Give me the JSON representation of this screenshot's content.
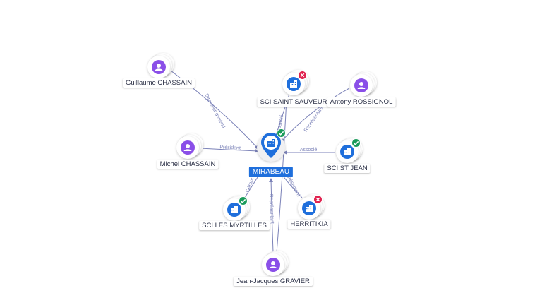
{
  "colors": {
    "person": "#8a4fe8",
    "company": "#1f6fdc",
    "active_badge": "#1a9b5a",
    "closed_badge": "#e0224f",
    "edge": "#7b82b8"
  },
  "center": {
    "label": "MIRABEAU",
    "icon": "building-icon",
    "status": "active"
  },
  "nodes": [
    {
      "id": "guillaume",
      "label": "Guillaume CHASSAIN",
      "type": "person",
      "icon": "person-icon"
    },
    {
      "id": "michel",
      "label": "Michel CHASSAIN",
      "type": "person",
      "icon": "person-icon"
    },
    {
      "id": "saint_sauveur",
      "label": "SCI SAINT SAUVEUR",
      "type": "company",
      "icon": "building-icon",
      "status": "closed"
    },
    {
      "id": "antony",
      "label": "Antony ROSSIGNOL",
      "type": "person",
      "icon": "person-icon"
    },
    {
      "id": "st_jean",
      "label": "SCI ST JEAN",
      "type": "company",
      "icon": "building-icon",
      "status": "active"
    },
    {
      "id": "myrtilles",
      "label": "SCI LES MYRTILLES",
      "type": "company",
      "icon": "building-icon",
      "status": "active"
    },
    {
      "id": "herritikia",
      "label": "HERRITIKIA",
      "type": "company",
      "icon": "building-icon",
      "status": "closed"
    },
    {
      "id": "jean_jacques",
      "label": "Jean-Jacques GRAVIER",
      "type": "person",
      "icon": "person-icon"
    }
  ],
  "edges": [
    {
      "from": "guillaume",
      "label": "Directeur général"
    },
    {
      "from": "michel",
      "label": "Président"
    },
    {
      "from": "saint_sauveur",
      "label": "Associé"
    },
    {
      "from": "antony",
      "label": "Représentant"
    },
    {
      "from": "st_jean",
      "label": "Associé"
    },
    {
      "from": "myrtilles",
      "label": "Gérant"
    },
    {
      "from": "herritikia",
      "label": "Représentant"
    },
    {
      "from": "jean_jacques",
      "label": "Représentant"
    }
  ]
}
